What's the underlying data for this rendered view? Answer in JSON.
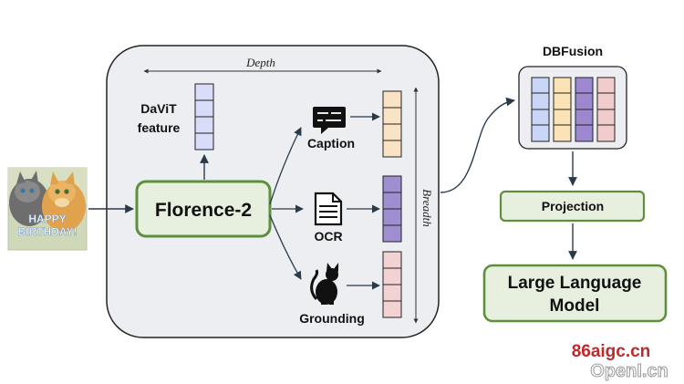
{
  "labels": {
    "depth": "Depth",
    "breadth": "Breadth",
    "davit_line1": "DaViT",
    "davit_line2": "feature",
    "florence": "Florence-2",
    "caption": "Caption",
    "ocr": "OCR",
    "grounding": "Grounding",
    "dbfusion": "DBFusion",
    "projection": "Projection",
    "llm_line1": "Large Language",
    "llm_line2": "Model",
    "image_text_line1": "HAPPY",
    "image_text_line2": "BIRTHDAY!"
  },
  "watermark": {
    "line1": "86aigc.cn",
    "line2": "OpenI.cn"
  },
  "colors": {
    "panel_bg": "#eceef1",
    "green_border": "#5e8f3c",
    "green_fill": "#e7f0de",
    "davit_cell": "#d9dcf8",
    "caption_cell": "#fae3c4",
    "ocr_cell": "#9f8fd0",
    "grounding_cell": "#f2d2d2",
    "fusion_blue": "#c9d6f7",
    "fusion_yellow": "#fbe3b8",
    "fusion_purple": "#9b88cf",
    "fusion_pink": "#f0cccc",
    "watermark_red": "#c0292b"
  },
  "icons": [
    "caption-icon",
    "document-icon",
    "cat-icon"
  ]
}
